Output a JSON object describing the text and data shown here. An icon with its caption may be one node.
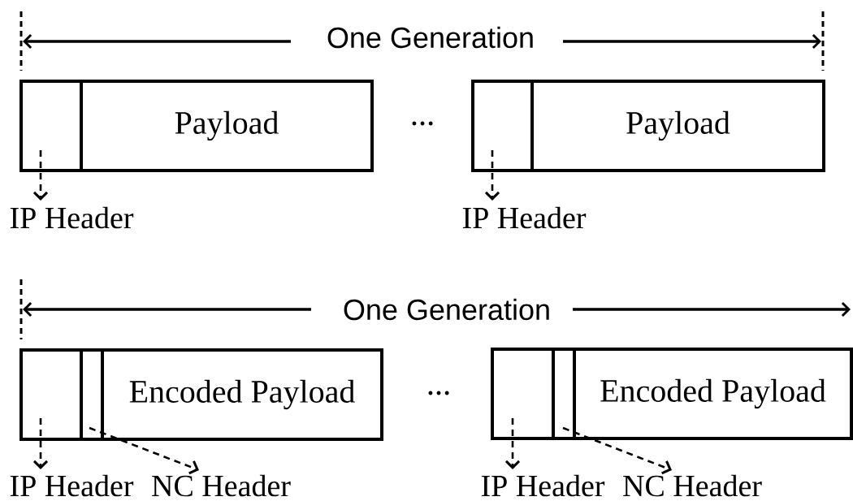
{
  "diagram": {
    "nodes": [
      {
        "text": [],
        "shape": "box"
      },
      {
        "text": [
          "Payload"
        ]
      },
      {
        "text": [
          "IP Header"
        ]
      },
      {
        "text": [],
        "shape": "box"
      },
      {
        "text": [
          "Payload"
        ]
      },
      {
        "text": [
          "IP Header"
        ]
      },
      {
        "text": [],
        "shape": "box"
      },
      {
        "text": [],
        "shape": "box"
      },
      {
        "text": [
          "Encoded Payload"
        ]
      },
      {
        "text": [
          "IP Header"
        ]
      },
      {
        "text": [
          "NC Header"
        ]
      },
      {
        "text": [],
        "shape": "box"
      },
      {
        "text": [],
        "shape": "box"
      },
      {
        "text": [
          "Encoded Payload"
        ]
      },
      {
        "text": [
          "IP Header"
        ]
      },
      {
        "text": [
          "NC Header"
        ]
      }
    ],
    "edges": [
      {
        "from": 0,
        "to": 2,
        "arrow": "to",
        "style": "dashed"
      },
      {
        "from": 3,
        "to": 5,
        "arrow": "to",
        "style": "dashed"
      },
      {
        "from": 6,
        "to": 9,
        "arrow": "to",
        "style": "dashed"
      },
      {
        "from": 7,
        "to": 10,
        "arrow": "to",
        "style": "dashed"
      },
      {
        "from": 11,
        "to": 14,
        "arrow": "to",
        "style": "dashed"
      },
      {
        "from": 12,
        "to": 15,
        "arrow": "to",
        "style": "dashed"
      }
    ],
    "labels": [
      "One Generation",
      "…",
      "One Generation",
      "…"
    ]
  }
}
